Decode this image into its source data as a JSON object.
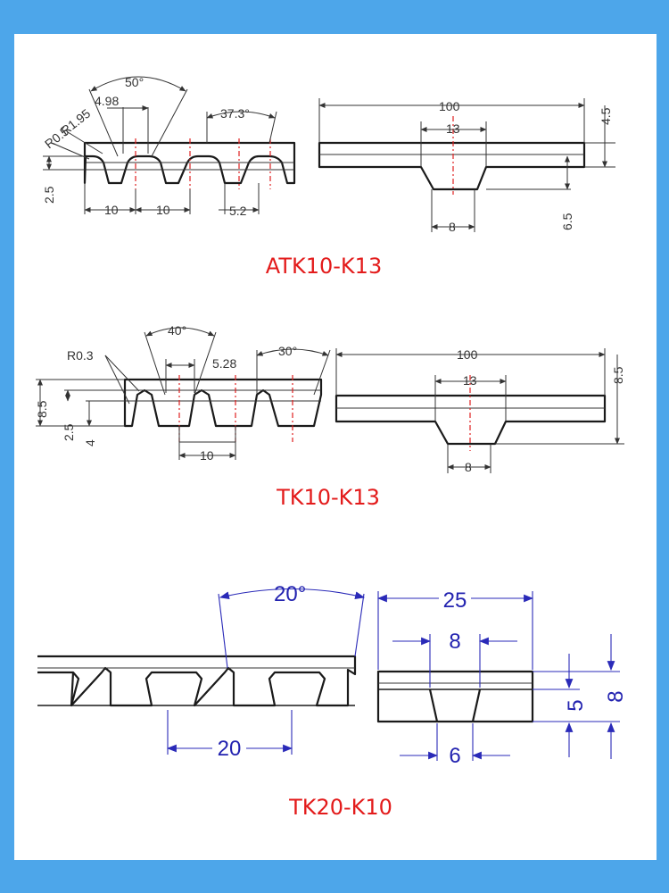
{
  "profiles": [
    {
      "caption": "ATK10-K13",
      "tooth_labels": {
        "angle": "50°",
        "top_width": "4.98",
        "radius_top": "R1.95",
        "radius_bottom": "R0.5",
        "height": "2.5",
        "pitch_1": "10",
        "pitch_2": "10",
        "pitch_3": "5.2",
        "angle_2": "37.3°"
      },
      "section_labels": {
        "width": "100",
        "guide_top": "13",
        "guide_bottom": "8",
        "thickness": "4.5",
        "total": "6.5"
      }
    },
    {
      "caption": "TK10-K13",
      "tooth_labels": {
        "radius": "R0.3",
        "angle": "40°",
        "top_width": "5.28",
        "angle_2": "30°",
        "height_total": "8.5",
        "height_tooth": "2.5",
        "height_base": "4",
        "pitch": "10"
      },
      "section_labels": {
        "width": "100",
        "guide_top": "13",
        "guide_bottom": "8",
        "total": "8.5"
      }
    },
    {
      "caption": "TK20-K10",
      "tooth_labels": {
        "angle": "20°",
        "pitch": "20"
      },
      "section_labels": {
        "width": "25",
        "guide_top": "8",
        "guide_bottom": "6",
        "guide_height": "5",
        "total": "8"
      }
    }
  ],
  "colors": {
    "frame": "#4da6ea",
    "caption": "#e31b1b",
    "dimension_blue": "#2323b0",
    "centerline": "#e02020"
  }
}
